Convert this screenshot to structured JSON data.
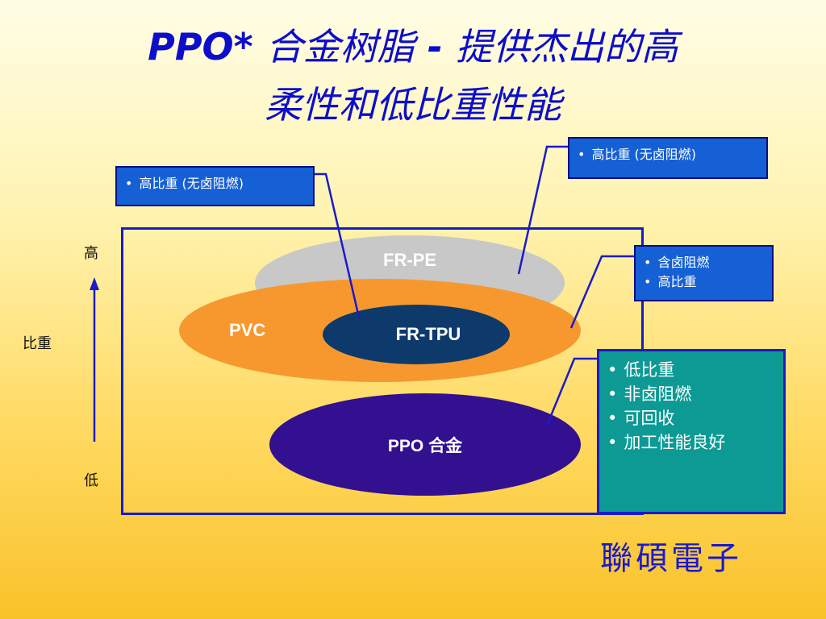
{
  "title": {
    "line1_latin": "PPO*",
    "line1_cn": "合金树脂",
    "line1_dash": "-",
    "line1_rest": "提供杰出的高",
    "line2": "柔性和低比重性能"
  },
  "axis": {
    "high": "高",
    "middle": "比重",
    "low": "低"
  },
  "ellipses": {
    "frpe": "FR-PE",
    "pvc": "PVC",
    "frtpu": "FR-TPU",
    "ppo": "PPO 合金"
  },
  "callouts": {
    "left_top": [
      "高比重 (无卤阻燃)"
    ],
    "right_top": [
      "高比重 (无卤阻燃)"
    ],
    "right_mid": [
      "含卤阻燃",
      "高比重"
    ],
    "right_bottom": [
      "低比重",
      "非卤阻燃",
      "可回收",
      "加工性能良好"
    ]
  },
  "colors": {
    "title": "#0d0dcc",
    "frpe": "#c8c8c8",
    "pvc": "#f7982f",
    "frtpu": "#0d3a6b",
    "ppo": "#33108f",
    "callout_blue": "#1560d4",
    "callout_teal": "#0d9a94"
  },
  "logo": "聯碩電子"
}
